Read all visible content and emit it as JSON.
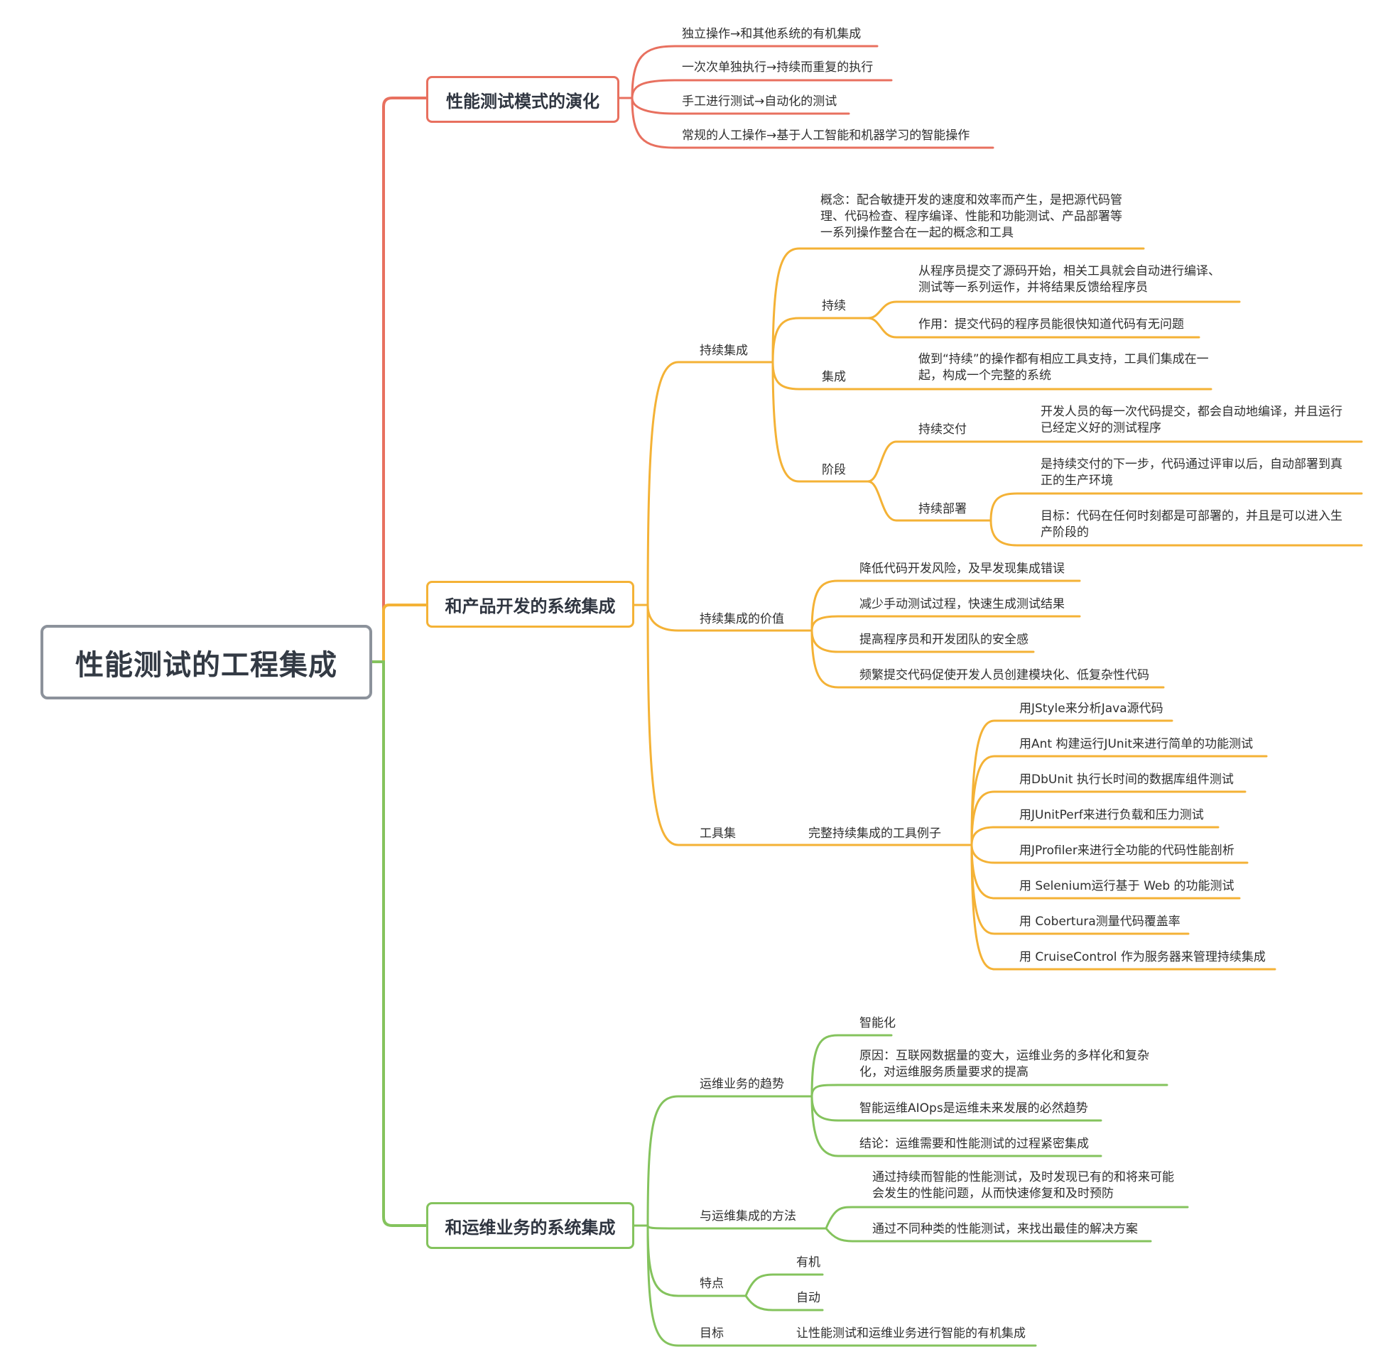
{
  "root": {
    "label": "性能测试的工程集成"
  },
  "colors": {
    "root_border": "#8c929b",
    "red": "#e8705f",
    "orange": "#f4b236",
    "green": "#84c35d"
  },
  "branches": {
    "evolution": {
      "label": "性能测试模式的演化",
      "items": [
        "独立操作→和其他系统的有机集成",
        "一次次单独执行→持续而重复的执行",
        "手工进行测试→自动化的测试",
        "常规的人工操作→基于人工智能和机器学习的智能操作"
      ]
    },
    "product_dev": {
      "label": "和产品开发的系统集成",
      "ci": {
        "label": "持续集成",
        "concept": [
          "概念：配合敏捷开发的速度和效率而产生，是把源代码管",
          "理、代码检查、程序编译、性能和功能测试、产品部署等",
          "一系列操作整合在一起的概念和工具"
        ],
        "continuous": {
          "label": "持续",
          "desc": [
            "从程序员提交了源码开始，相关工具就会自动进行编译、",
            "测试等一系列运作，并将结果反馈给程序员"
          ],
          "effect": "作用：提交代码的程序员能很快知道代码有无问题"
        },
        "integration": {
          "label": "集成",
          "desc": [
            "做到“持续”的操作都有相应工具支持，工具们集成在一",
            "起，构成一个完整的系统"
          ]
        },
        "stages": {
          "label": "阶段",
          "delivery": {
            "label": "持续交付",
            "desc": [
              "开发人员的每一次代码提交，都会自动地编译，并且运行",
              "已经定义好的测试程序"
            ]
          },
          "deployment": {
            "label": "持续部署",
            "desc": [
              "是持续交付的下一步，代码通过评审以后，自动部署到真",
              "正的生产环境"
            ],
            "goal": [
              "目标：代码在任何时刻都是可部署的，并且是可以进入生",
              "产阶段的"
            ]
          }
        }
      },
      "value": {
        "label": "持续集成的价值",
        "items": [
          "降低代码开发风险，及早发现集成错误",
          "减少手动测试过程，快速生成测试结果",
          "提高程序员和开发团队的安全感",
          "频繁提交代码促使开发人员创建模块化、低复杂性代码"
        ]
      },
      "toolset": {
        "label": "工具集",
        "example_label": "完整持续集成的工具例子",
        "items": [
          "用JStyle来分析Java源代码",
          "用Ant 构建运行JUnit来进行简单的功能测试",
          "用DbUnit 执行长时间的数据库组件测试",
          "用JUnitPerf来进行负载和压力测试",
          "用JProfiler来进行全功能的代码性能剖析",
          "用 Selenium运行基于 Web 的功能测试",
          "用 Cobertura测量代码覆盖率",
          "用 CruiseControl 作为服务器来管理持续集成"
        ]
      }
    },
    "ops": {
      "label": "和运维业务的系统集成",
      "trend": {
        "label": "运维业务的趋势",
        "items": [
          [
            "智能化"
          ],
          [
            "原因：互联网数据量的变大，运维业务的多样化和复杂",
            "化，对运维服务质量要求的提高"
          ],
          [
            "智能运维AIOps是运维未来发展的必然趋势"
          ],
          [
            "结论：运维需要和性能测试的过程紧密集成"
          ]
        ]
      },
      "method": {
        "label": "与运维集成的方法",
        "items": [
          [
            "通过持续而智能的性能测试，及时发现已有的和将来可能",
            "会发生的性能问题，从而快速修复和及时预防"
          ],
          [
            "通过不同种类的性能测试，来找出最佳的解决方案"
          ]
        ]
      },
      "traits": {
        "label": "特点",
        "items": [
          "有机",
          "自动"
        ]
      },
      "goal": {
        "label": "目标",
        "item": "让性能测试和运维业务进行智能的有机集成"
      }
    }
  }
}
